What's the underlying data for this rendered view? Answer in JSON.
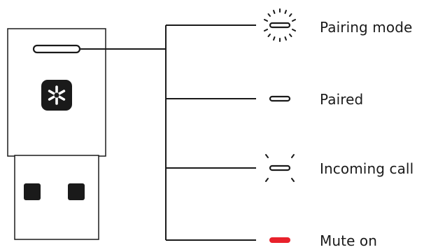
{
  "diagram": {
    "states": [
      {
        "label": "Pairing mode",
        "indicator": "blinking-fast",
        "color": "#1a1a1a"
      },
      {
        "label": "Paired",
        "indicator": "solid",
        "color": "#1a1a1a"
      },
      {
        "label": "Incoming call",
        "indicator": "blinking-slow",
        "color": "#1a1a1a"
      },
      {
        "label": "Mute on",
        "indicator": "solid",
        "color": "#e8212b"
      }
    ],
    "device_icon": "bluetooth-icon",
    "ink_color": "#1a1a1a",
    "mute_color": "#e8212b"
  }
}
